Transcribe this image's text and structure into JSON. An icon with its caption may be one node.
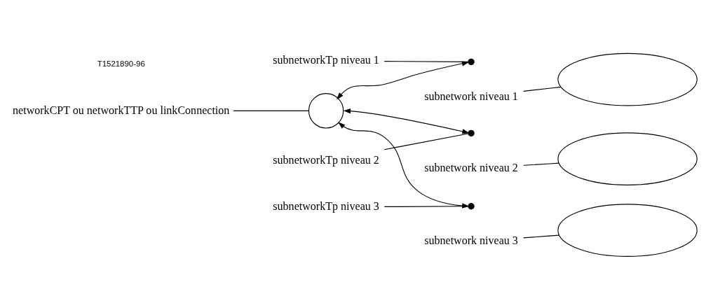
{
  "diagram": {
    "nodes": [
      {
        "text": [
          "networkCPT ou networkTTP ou linkConnection"
        ]
      },
      {
        "text": [],
        "shape": "circle"
      },
      {
        "text": [],
        "shape": "ellipse"
      },
      {
        "text": [],
        "shape": "dot"
      },
      {
        "text": [
          "subnetworkTp niveau 1"
        ]
      },
      {
        "text": [
          "subnetwork niveau 1"
        ]
      },
      {
        "text": [],
        "shape": "ellipse"
      },
      {
        "text": [],
        "shape": "dot"
      },
      {
        "text": [
          "subnetworkTp niveau 2"
        ]
      },
      {
        "text": [
          "subnetwork niveau 2"
        ]
      },
      {
        "text": [],
        "shape": "ellipse"
      },
      {
        "text": [],
        "shape": "dot"
      },
      {
        "text": [
          "subnetwork niveau 3"
        ]
      },
      {
        "text": [
          "subnetworkTp niveau 3"
        ]
      }
    ],
    "edges": [
      {
        "from": 0,
        "to": 1,
        "arrow": "none"
      },
      {
        "from": 1,
        "to": 3,
        "arrow": "both"
      },
      {
        "from": 4,
        "to": 3,
        "arrow": "none"
      },
      {
        "from": 5,
        "to": 2,
        "arrow": "none"
      },
      {
        "from": 1,
        "to": 7,
        "arrow": "both"
      },
      {
        "from": 8,
        "to": 7,
        "arrow": "none"
      },
      {
        "from": 9,
        "to": 6,
        "arrow": "none"
      },
      {
        "from": 1,
        "to": 11,
        "arrow": "both"
      },
      {
        "from": 12,
        "to": 10,
        "arrow": "none"
      },
      {
        "from": 13,
        "to": 11,
        "arrow": "none"
      }
    ],
    "labels": [
      "T1521890-96"
    ]
  }
}
